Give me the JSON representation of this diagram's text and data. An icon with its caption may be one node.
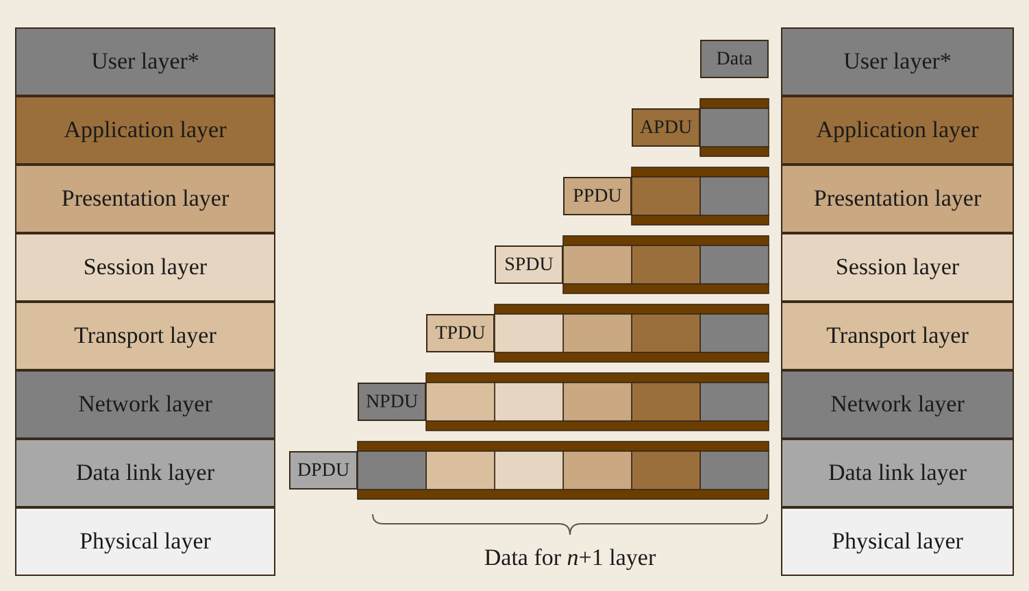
{
  "diagram": {
    "nodes": [
      {
        "text": [
          "User layer*"
        ]
      },
      {
        "text": [
          "Application layer"
        ]
      },
      {
        "text": [
          "Presentation layer"
        ]
      },
      {
        "text": [
          "Session layer"
        ]
      },
      {
        "text": [
          "Transport layer"
        ]
      },
      {
        "text": [
          "Network layer"
        ]
      },
      {
        "text": [
          "Data link layer"
        ]
      },
      {
        "text": [
          "Physical layer"
        ]
      },
      {
        "text": [
          "Data"
        ]
      },
      {
        "text": [
          "APDU"
        ]
      },
      {
        "text": [
          "PPDU"
        ]
      },
      {
        "text": [
          "SPDU"
        ]
      },
      {
        "text": [
          "TPDU"
        ]
      },
      {
        "text": [
          "NPDU"
        ]
      },
      {
        "text": [
          "DPDU"
        ]
      },
      {
        "text": [
          "User layer*"
        ]
      },
      {
        "text": [
          "Application layer"
        ]
      },
      {
        "text": [
          "Presentation layer"
        ]
      },
      {
        "text": [
          "Session layer"
        ]
      },
      {
        "text": [
          "Transport layer"
        ]
      },
      {
        "text": [
          "Network layer"
        ]
      },
      {
        "text": [
          "Data link layer"
        ]
      },
      {
        "text": [
          "Physical layer"
        ]
      }
    ],
    "labels": [
      "Data for *n*+1 layer"
    ]
  }
}
